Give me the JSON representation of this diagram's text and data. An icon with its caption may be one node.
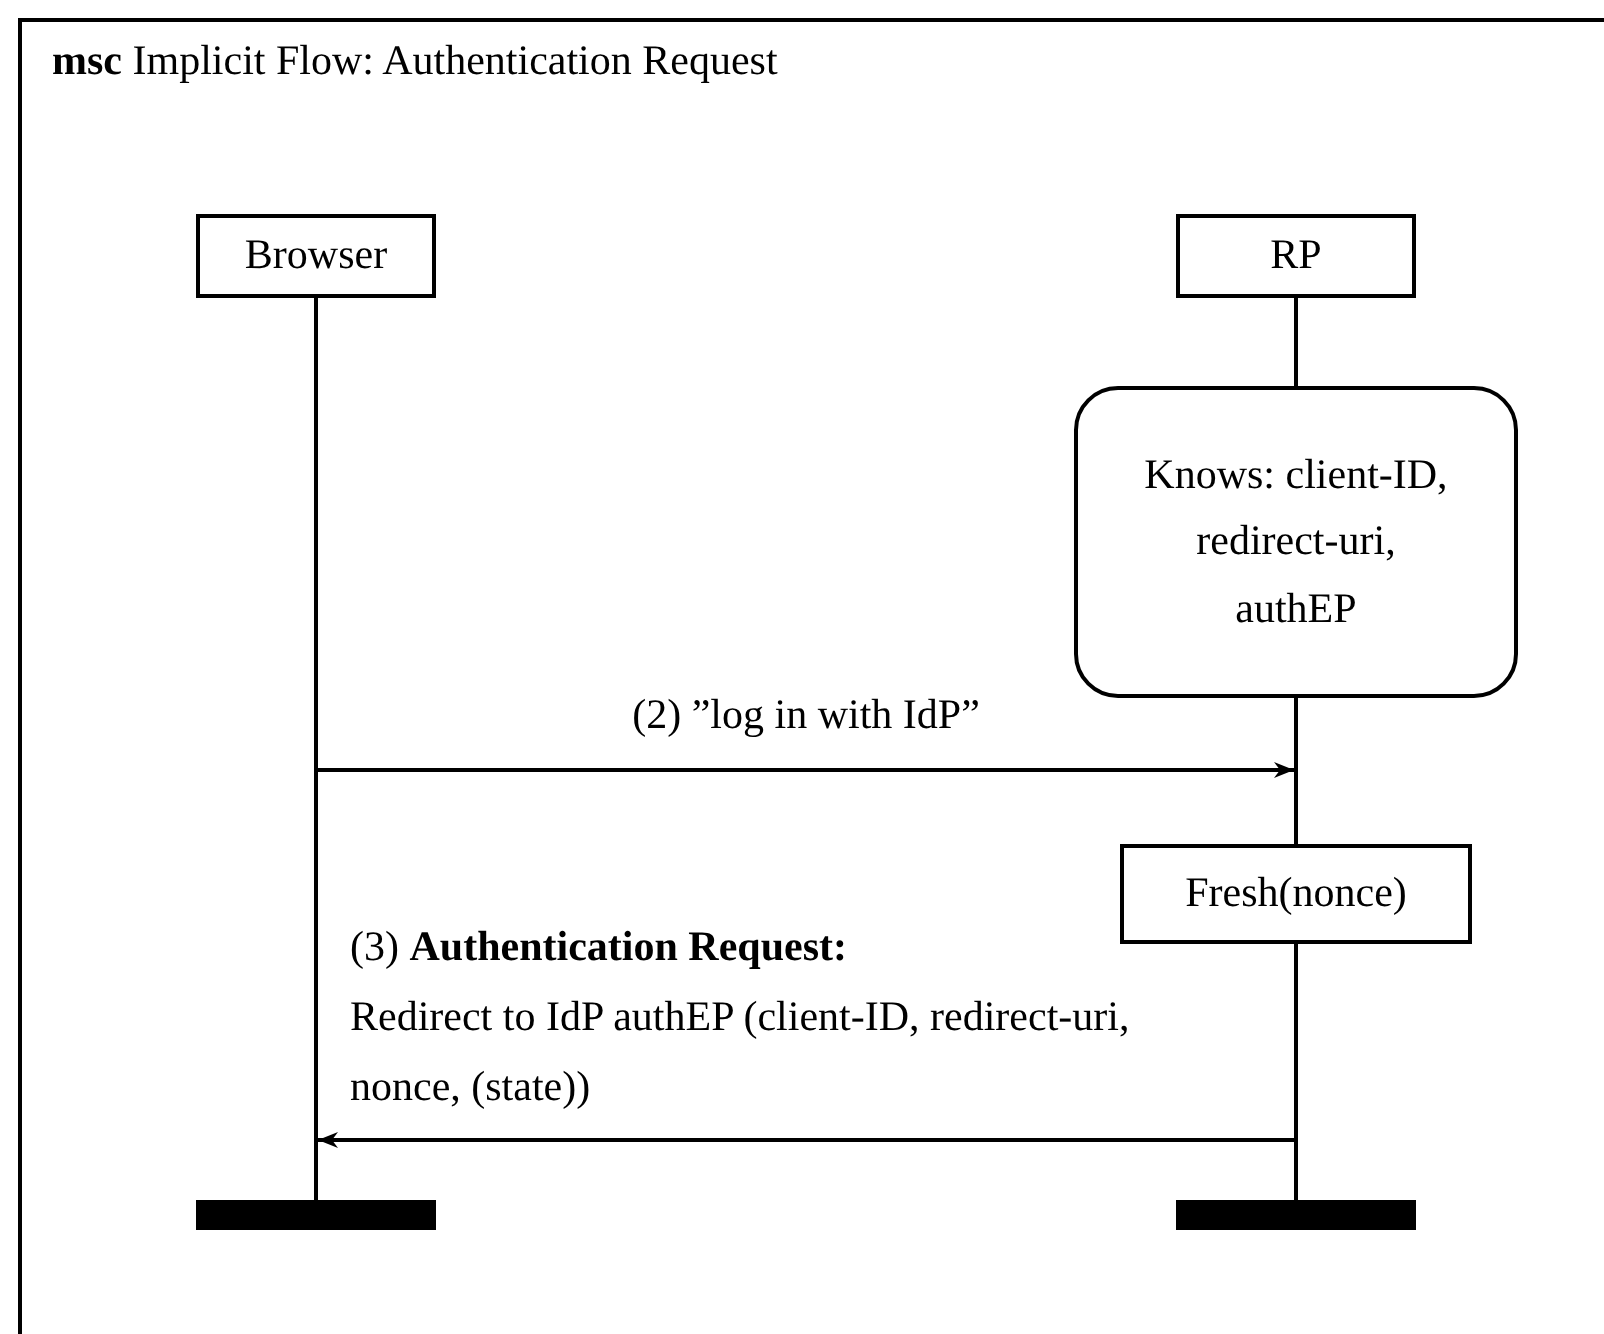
{
  "diagram": {
    "title": "**msc** Implicit Flow:  Authentication Request",
    "nodes": [
      {
        "text": [
          "Browser"
        ]
      },
      {
        "text": [
          "RP"
        ]
      },
      {
        "text": [],
        "shape": "line"
      },
      {
        "text": [],
        "shape": "line"
      },
      {
        "text": [
          "Knows: client-ID, redirect-uri, authEP"
        ]
      },
      {
        "text": [],
        "shape": "line"
      },
      {
        "text": [
          "Fresh(nonce)"
        ]
      },
      {
        "text": [],
        "shape": "line"
      },
      {
        "text": [],
        "shape": "bar"
      },
      {
        "text": [],
        "shape": "bar"
      }
    ],
    "edges": [
      {
        "from": 2,
        "to": 5,
        "arrow": "to",
        "label": "(2) ”log in with IdP”"
      },
      {
        "from": 7,
        "to": 2,
        "arrow": "to",
        "label": "(3) **Authentication Request:** Redirect to IdP authEP (client-ID, redirect-uri, nonce, (state))"
      }
    ]
  }
}
